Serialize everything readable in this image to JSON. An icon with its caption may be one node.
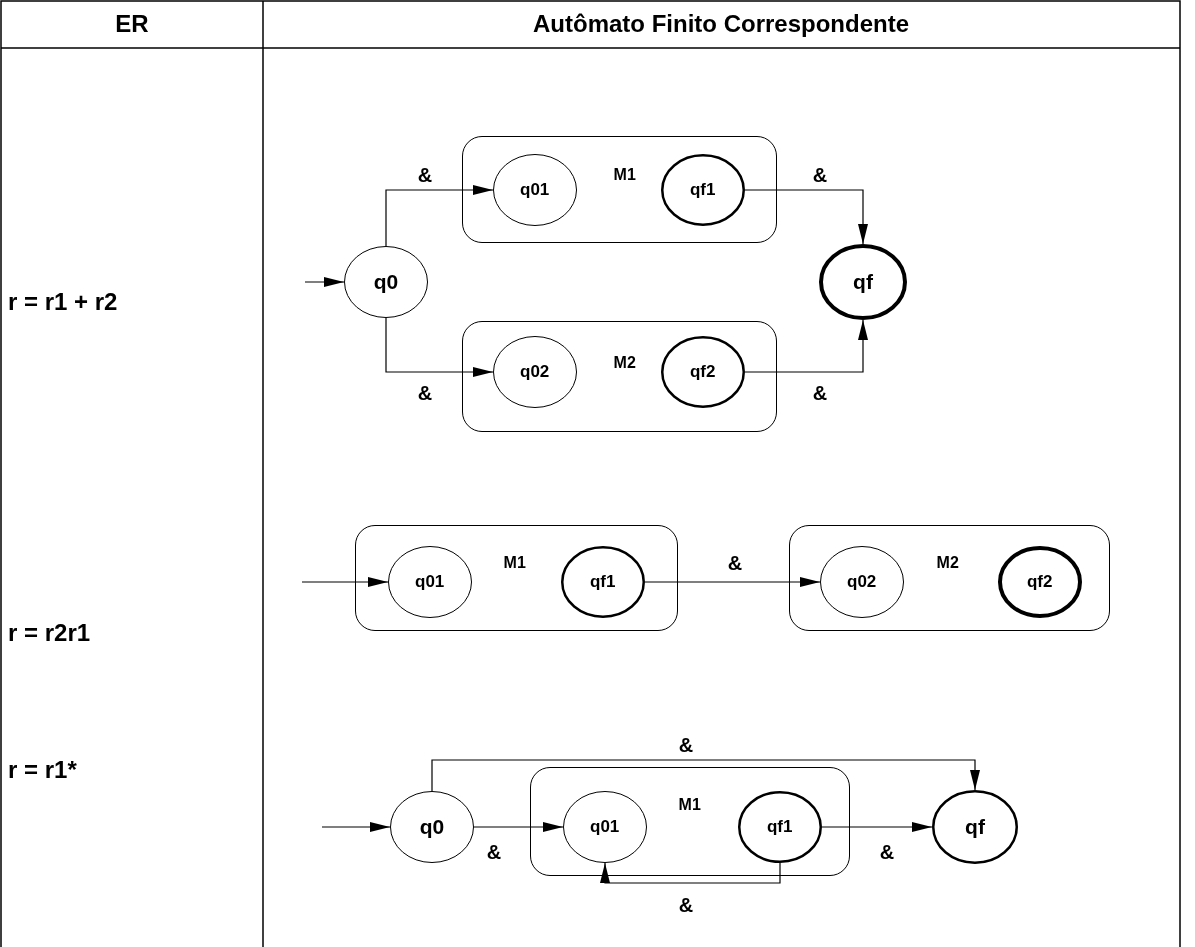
{
  "diagram": {
    "nodes": [
      {
        "text": [
          "M1"
        ]
      },
      {
        "text": [
          "q01"
        ],
        "in": 0
      },
      {
        "text": [
          "qf1"
        ],
        "in": 0
      },
      {
        "text": [
          "q0"
        ]
      },
      {
        "text": [
          "qf"
        ]
      },
      {
        "text": [
          "M2"
        ]
      },
      {
        "text": [
          "q02"
        ],
        "in": 5
      },
      {
        "text": [
          "qf2"
        ],
        "in": 5
      },
      {
        "text": [
          "M1"
        ]
      },
      {
        "text": [
          "q01"
        ],
        "in": 8
      },
      {
        "text": [
          "qf1"
        ],
        "in": 8
      },
      {
        "text": [
          "M2"
        ]
      },
      {
        "text": [
          "q02"
        ],
        "in": 11
      },
      {
        "text": [
          "qf2"
        ],
        "in": 11
      },
      {
        "text": [
          "q0"
        ]
      },
      {
        "text": [
          "M1"
        ]
      },
      {
        "text": [
          "q01"
        ],
        "in": 15
      },
      {
        "text": [
          "qf1"
        ],
        "in": 15
      },
      {
        "text": [
          "qf"
        ]
      }
    ],
    "edges": [
      {
        "from": null,
        "to": 3,
        "arrow": "to"
      },
      {
        "from": 3,
        "to": 1,
        "arrow": "to",
        "label": "&"
      },
      {
        "from": 3,
        "to": 6,
        "arrow": "to",
        "label": "&"
      },
      {
        "from": 2,
        "to": 4,
        "arrow": "to",
        "label": "&"
      },
      {
        "from": 7,
        "to": 4,
        "arrow": "to",
        "label": "&"
      },
      {
        "from": null,
        "to": 9,
        "arrow": "to"
      },
      {
        "from": 10,
        "to": 12,
        "arrow": "to",
        "label": "&"
      },
      {
        "from": null,
        "to": 14,
        "arrow": "to"
      },
      {
        "from": 14,
        "to": 18,
        "arrow": "to",
        "label": "&"
      },
      {
        "from": 14,
        "to": 16,
        "arrow": "to",
        "label": "&"
      },
      {
        "from": 17,
        "to": 18,
        "arrow": "to",
        "label": "&"
      },
      {
        "from": 17,
        "to": 16,
        "arrow": "to",
        "label": "&"
      }
    ],
    "labels": [
      "ER",
      "Autômato Finito Correspondente",
      "r = r1 + r2",
      "r = r2r1",
      "r = r1*"
    ]
  }
}
